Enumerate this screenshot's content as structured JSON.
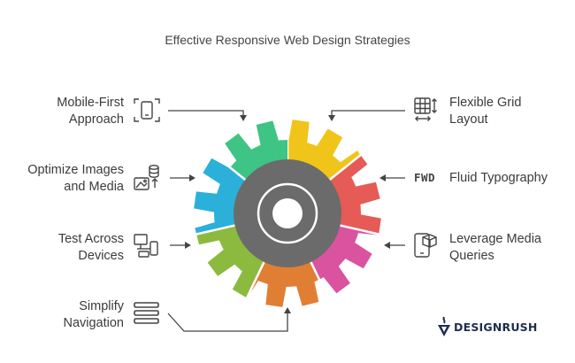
{
  "title": "Effective Responsive Web Design Strategies",
  "strategies": {
    "mobile_first": [
      "Mobile-First",
      "Approach"
    ],
    "optimize_images": [
      "Optimize Images",
      "and Media"
    ],
    "test_devices": [
      "Test Across",
      "Devices"
    ],
    "simplify_nav": [
      "Simplify",
      "Navigation"
    ],
    "flexible_grid": [
      "Flexible Grid",
      "Layout"
    ],
    "fluid_typography": [
      "Fluid Typography"
    ],
    "media_queries": [
      "Leverage Media",
      "Queries"
    ]
  },
  "icons": {
    "mobile_first": "phone-expand-icon",
    "optimize_images": "image-database-icon",
    "test_devices": "devices-icon",
    "simplify_nav": "menu-list-icon",
    "flexible_grid": "grid-resize-icon",
    "fluid_typography": "FWD",
    "media_queries": "mobile-cube-icon"
  },
  "segment_colors": [
    "#f0c419",
    "#e65b55",
    "#d9539f",
    "#e07f33",
    "#8cba3f",
    "#2ab0d9",
    "#3ec484"
  ],
  "brand": {
    "name": "DESIGNRUSH",
    "color": "#1f2d4d"
  }
}
